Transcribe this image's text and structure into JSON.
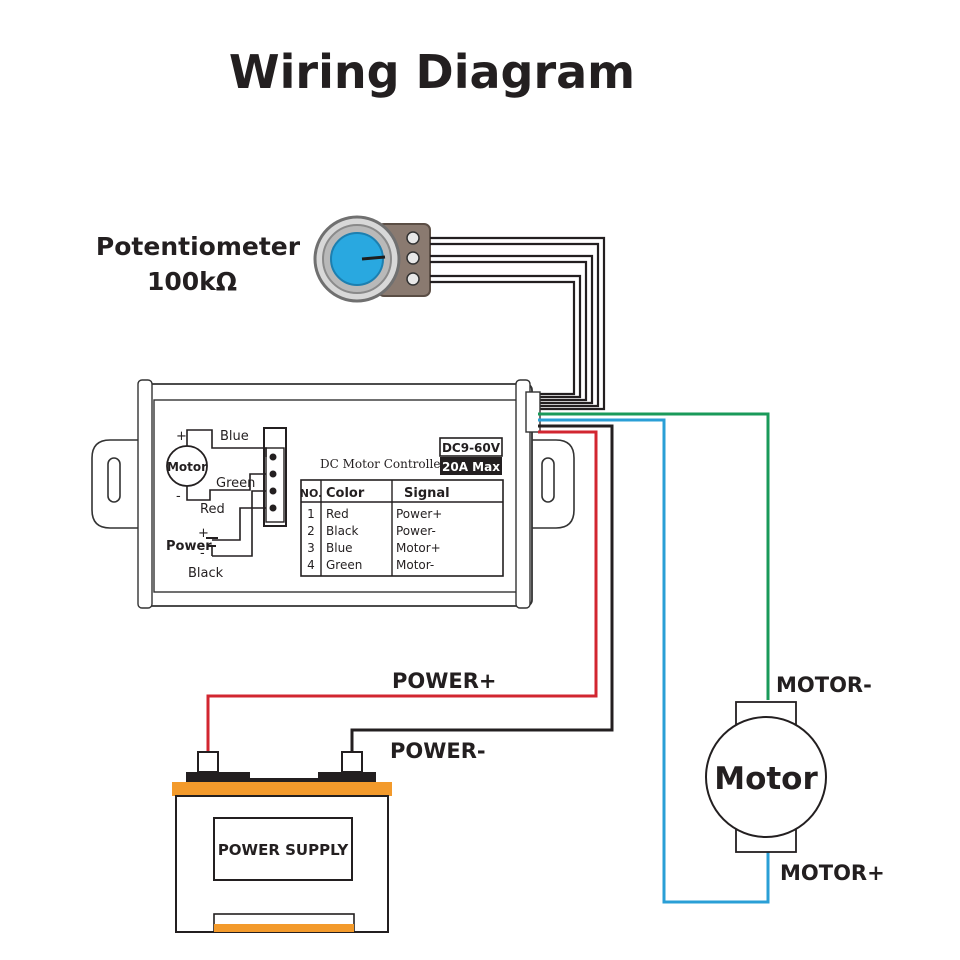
{
  "title": "Wiring Diagram",
  "potentiometer": {
    "name": "Potentiometer",
    "value": "100kΩ"
  },
  "controller": {
    "name": "DC Motor Controller",
    "voltage": "DC9-60V",
    "current": "20A Max",
    "schematic": {
      "motor": "Motor",
      "plus": "+",
      "minus": "-",
      "blue": "Blue",
      "green": "Green",
      "red": "Red",
      "power": "Power",
      "black": "Black"
    },
    "table": {
      "headers": [
        "NO.",
        "Color",
        "Signal"
      ],
      "rows": [
        {
          "no": "1",
          "color": "Red",
          "signal": "Power+"
        },
        {
          "no": "2",
          "color": "Black",
          "signal": "Power-"
        },
        {
          "no": "3",
          "color": "Blue",
          "signal": "Motor+"
        },
        {
          "no": "4",
          "color": "Green",
          "signal": "Motor-"
        }
      ]
    }
  },
  "labels": {
    "power_plus": "POWER+",
    "power_minus": "POWER-",
    "motor_minus": "MOTOR-",
    "motor_plus": "MOTOR+"
  },
  "power_supply": {
    "label": "POWER SUPPLY"
  },
  "motor": {
    "label": "Motor"
  },
  "colors": {
    "red_wire": "#d22630",
    "black_wire": "#231f20",
    "blue_wire": "#2a9fd6",
    "green_wire": "#1a9a5a",
    "battery_orange": "#f39a2b",
    "knob_blue": "#29a8e0"
  }
}
